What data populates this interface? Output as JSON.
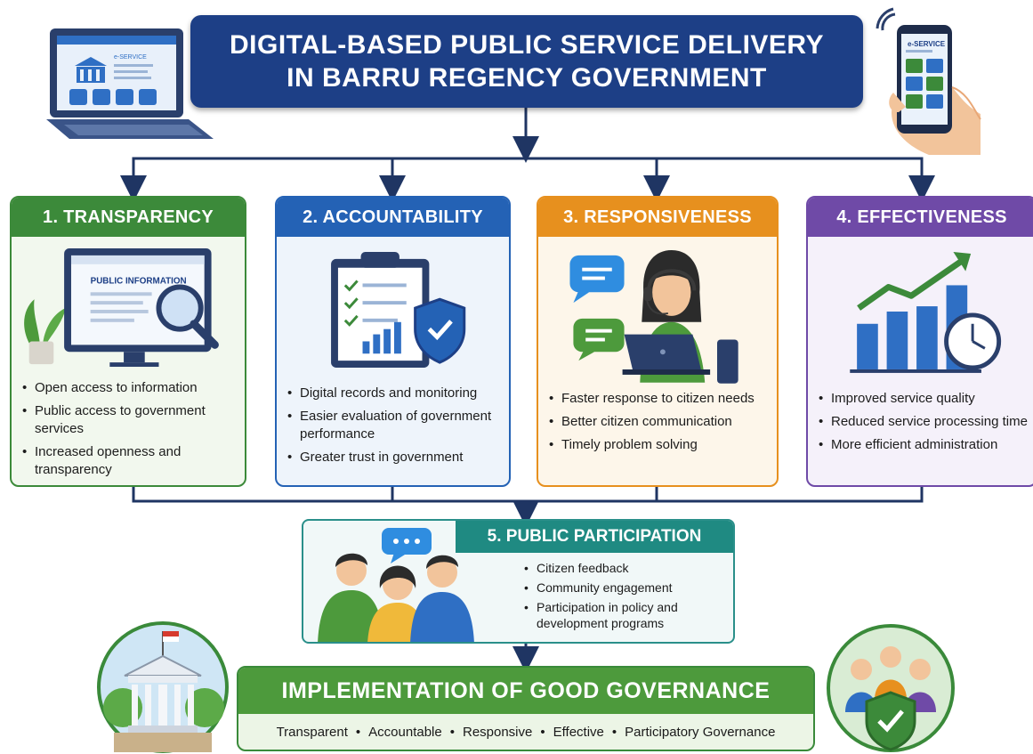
{
  "header": {
    "title_line1": "DIGITAL-BASED PUBLIC SERVICE DELIVERY",
    "title_line2": "IN BARRU REGENCY GOVERNMENT"
  },
  "laptop_screen_label": "e-SERVICE",
  "phone_screen_label": "e-SERVICE",
  "pillars": [
    {
      "title": "1. TRANSPARENCY",
      "screen_label": "PUBLIC INFORMATION",
      "bullets": [
        "Open access to information",
        "Public access to government services",
        "Increased openness and transparency"
      ]
    },
    {
      "title": "2. ACCOUNTABILITY",
      "bullets": [
        "Digital records and monitoring",
        "Easier evaluation of government performance",
        "Greater trust in government"
      ]
    },
    {
      "title": "3. RESPONSIVENESS",
      "bullets": [
        "Faster response to citizen needs",
        "Better citizen communication",
        "Timely problem solving"
      ]
    },
    {
      "title": "4. EFFECTIVENESS",
      "bullets": [
        "Improved service quality",
        "Reduced service processing time",
        "More efficient administration"
      ]
    }
  ],
  "participation": {
    "title": "5. PUBLIC PARTICIPATION",
    "bullets": [
      "Citizen feedback",
      "Community engagement",
      "Participation in policy and development programs"
    ]
  },
  "governance": {
    "title": "IMPLEMENTATION OF GOOD GOVERNANCE",
    "items": [
      "Transparent",
      "Accountable",
      "Responsive",
      "Effective",
      "Participatory Governance"
    ],
    "separator": "•"
  },
  "colors": {
    "navy": "#1d3f86",
    "green": "#3c8a3a",
    "blue": "#2462b5",
    "orange": "#e7901e",
    "purple": "#6f4aa7",
    "teal": "#1f8a82"
  }
}
